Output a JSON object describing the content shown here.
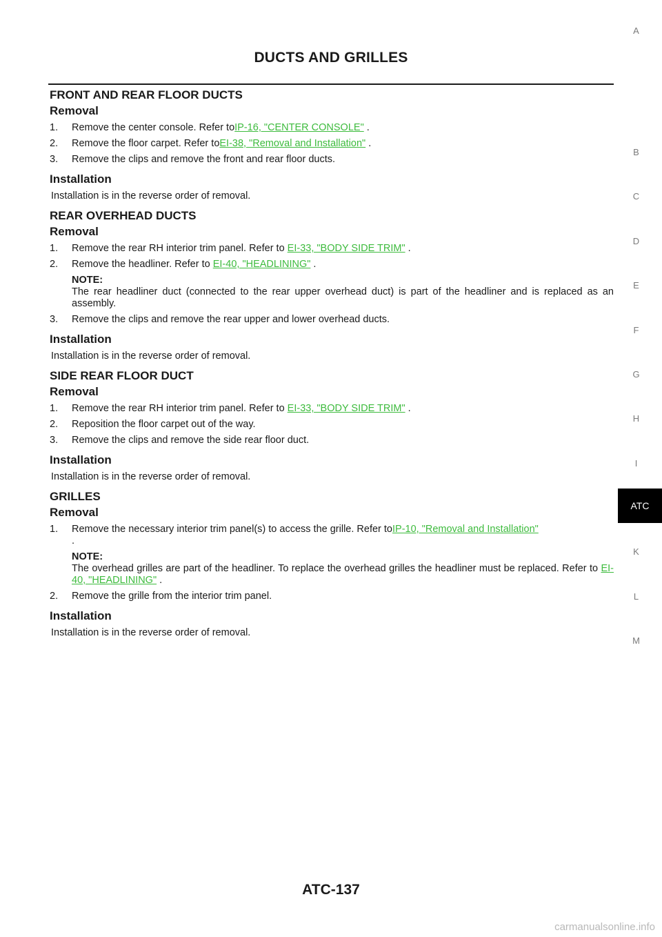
{
  "page": {
    "title": "DUCTS AND GRILLES",
    "footer": "ATC-137",
    "watermark": "carmanualsonline.info"
  },
  "side_index": {
    "letters": [
      "A",
      "B",
      "C",
      "D",
      "E",
      "F",
      "G",
      "H",
      "I",
      "K",
      "L",
      "M"
    ],
    "active": "ATC",
    "colors": {
      "text": "#7a7a7a",
      "active_bg": "#000000",
      "active_text": "#ffffff"
    }
  },
  "colors": {
    "link": "#3dbb3d",
    "text": "#1a1a1a"
  },
  "sections": {
    "front_rear": {
      "heading": "FRONT AND REAR FLOOR DUCTS",
      "removal": "Removal",
      "s1": {
        "num": "1.",
        "pre": "Remove the center console. Refer to",
        "link": "IP-16, \"CENTER CONSOLE\"",
        "post": " ."
      },
      "s2": {
        "num": "2.",
        "pre": "Remove the floor carpet. Refer to",
        "link": "EI-38, \"Removal and Installation\"",
        "post": " ."
      },
      "s3": {
        "num": "3.",
        "text": "Remove the clips and remove the front and rear floor ducts."
      },
      "installation": "Installation",
      "install_text": "Installation is in the reverse order of removal."
    },
    "rear_overhead": {
      "heading": "REAR OVERHEAD DUCTS",
      "removal": "Removal",
      "s1": {
        "num": "1.",
        "pre": "Remove the rear RH interior trim panel. Refer to ",
        "link": "EI-33, \"BODY SIDE TRIM\"",
        "post": " ."
      },
      "s2": {
        "num": "2.",
        "pre": "Remove the headliner. Refer to ",
        "link": "EI-40, \"HEADLINING\"",
        "post": " ."
      },
      "note_label": "NOTE:",
      "note_text": "The rear headliner duct (connected to the rear upper overhead duct) is part of the headliner and is replaced as an assembly.",
      "s3": {
        "num": "3.",
        "text": "Remove the clips and remove the rear upper and lower overhead ducts."
      },
      "installation": "Installation",
      "install_text": "Installation is in the reverse order of removal."
    },
    "side_rear": {
      "heading": "SIDE REAR FLOOR DUCT",
      "removal": "Removal",
      "s1": {
        "num": "1.",
        "pre": "Remove the rear RH interior trim panel. Refer to ",
        "link": "EI-33, \"BODY SIDE TRIM\"",
        "post": " ."
      },
      "s2": {
        "num": "2.",
        "text": "Reposition the floor carpet out of the way."
      },
      "s3": {
        "num": "3.",
        "text": "Remove the clips and remove the side rear floor duct."
      },
      "installation": "Installation",
      "install_text": "Installation is in the reverse order of removal."
    },
    "grilles": {
      "heading": "GRILLES",
      "removal": "Removal",
      "s1": {
        "num": "1.",
        "pre": "Remove the necessary interior trim panel(s) to access the grille. Refer to",
        "link": "IP-10, \"Removal and Installation\"",
        "post": "."
      },
      "note_label": "NOTE:",
      "note_pre": "The overhead grilles are part of the headliner. To replace the overhead grilles the headliner must be replaced. Refer to ",
      "note_link": "EI-40, \"HEADLINING\"",
      "note_post": " .",
      "s2": {
        "num": "2.",
        "text": "Remove the grille from the interior trim panel."
      },
      "installation": "Installation",
      "install_text": "Installation is in the reverse order of removal."
    }
  }
}
